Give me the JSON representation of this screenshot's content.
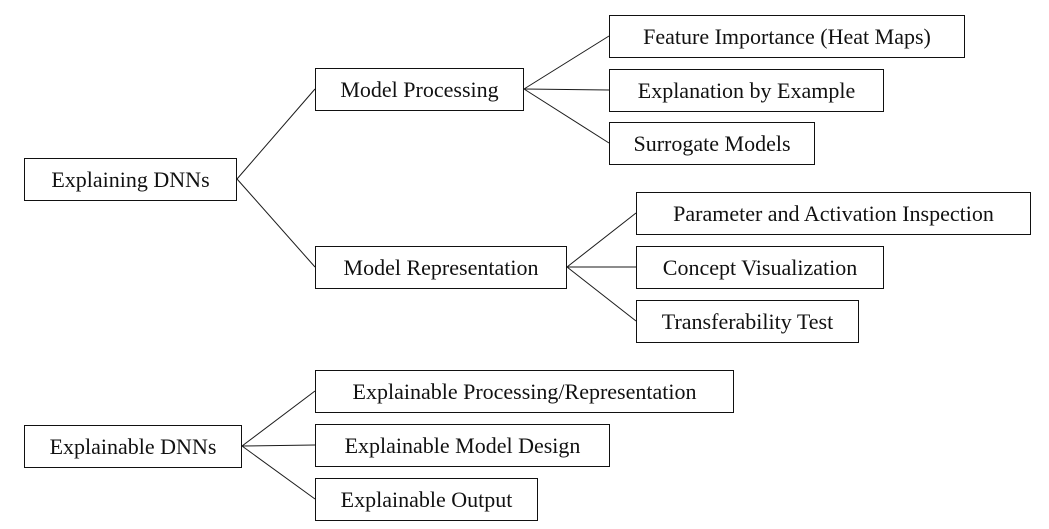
{
  "diagram": {
    "explaining": {
      "label": "Explaining DNNs",
      "model_processing": {
        "label": "Model Processing",
        "children": [
          "Feature Importance (Heat Maps)",
          "Explanation by Example",
          "Surrogate Models"
        ]
      },
      "model_representation": {
        "label": "Model Representation",
        "children": [
          "Parameter and Activation Inspection",
          "Concept Visualization",
          "Transferability Test"
        ]
      }
    },
    "explainable": {
      "label": "Explainable DNNs",
      "children": [
        "Explainable Processing/Representation",
        "Explainable Model Design",
        "Explainable Output"
      ]
    }
  }
}
